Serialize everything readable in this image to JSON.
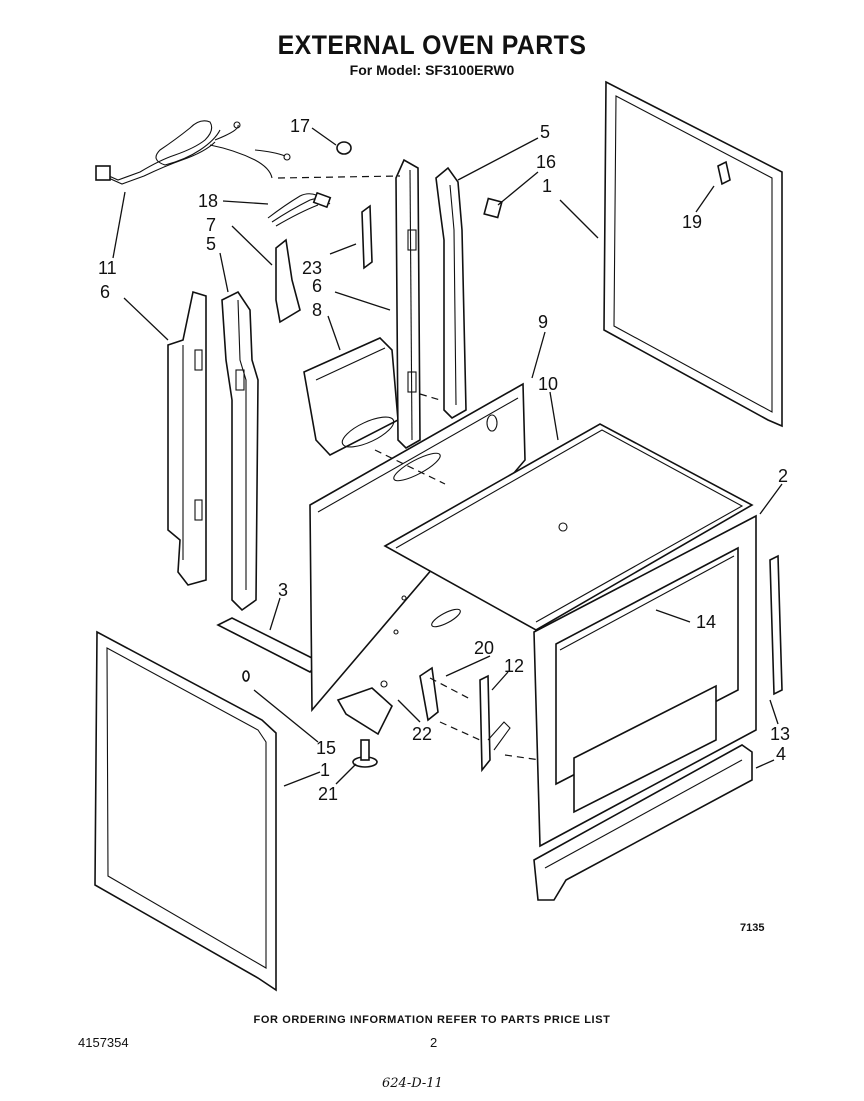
{
  "header": {
    "title": "EXTERNAL OVEN PARTS",
    "model_line": "For Model: SF3100ERW0"
  },
  "callouts": {
    "c1a": "1",
    "c1b": "1",
    "c2": "2",
    "c3": "3",
    "c4": "4",
    "c5a": "5",
    "c5b": "5",
    "c6a": "6",
    "c6b": "6",
    "c7": "7",
    "c8": "8",
    "c9": "9",
    "c10": "10",
    "c11": "11",
    "c12": "12",
    "c13": "13",
    "c14": "14",
    "c15": "15",
    "c16": "16",
    "c17": "17",
    "c18": "18",
    "c19": "19",
    "c20": "20",
    "c21": "21",
    "c22": "22",
    "c23": "23"
  },
  "footer": {
    "ordering_note": "FOR ORDERING INFORMATION REFER TO PARTS PRICE LIST",
    "doc_number": "4157354",
    "page_number": "2",
    "figure_code": "7135",
    "handwritten_code": "624-D-11"
  }
}
